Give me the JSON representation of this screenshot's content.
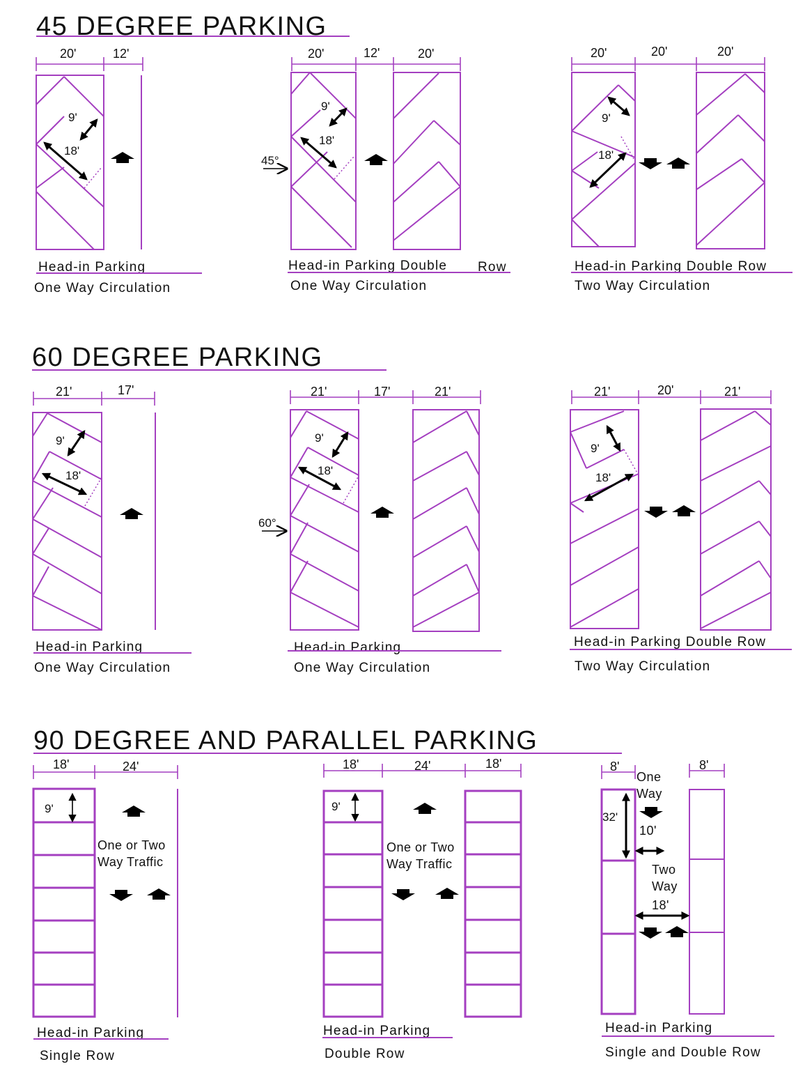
{
  "sections": {
    "s45": {
      "title": "45 DEGREE PARKING",
      "panels": [
        {
          "dims": [
            "20'",
            "12'"
          ],
          "stall_w": "9'",
          "stall_l": "18'",
          "caption1": "Head-in Parking",
          "caption2": "One Way Circulation"
        },
        {
          "dims": [
            "20'",
            "12'",
            "20'"
          ],
          "stall_w": "9'",
          "stall_l": "18'",
          "angle": "45°",
          "caption1": "Head-in Parking Double",
          "caption1b": "Row",
          "caption2": "One Way Circulation"
        },
        {
          "dims": [
            "20'",
            "20'",
            "20'"
          ],
          "stall_w": "9'",
          "stall_l": "18'",
          "caption1": "Head-in Parking  Double Row",
          "caption2": "Two Way Circulation"
        }
      ]
    },
    "s60": {
      "title": "60 DEGREE PARKING",
      "panels": [
        {
          "dims": [
            "21'",
            "17'"
          ],
          "stall_w": "9'",
          "stall_l": "18'",
          "caption1": "Head-in Parking",
          "caption2": "One Way Circulation"
        },
        {
          "dims": [
            "21'",
            "17'",
            "21'"
          ],
          "stall_w": "9'",
          "stall_l": "18'",
          "angle": "60°",
          "caption1": "Head-in Parking",
          "caption2": "One Way Circulation"
        },
        {
          "dims": [
            "21'",
            "20'",
            "21'"
          ],
          "stall_w": "9'",
          "stall_l": "18'",
          "caption1": "Head-in Parking   Double Row",
          "caption2": "Two Way Circulation"
        }
      ]
    },
    "s90": {
      "title": "90 DEGREE AND   PARALLEL PARKING",
      "panels": [
        {
          "dims": [
            "18'",
            "24'"
          ],
          "stall_w": "9'",
          "traffic1": "One or Two",
          "traffic2": "Way Traffic",
          "caption1": "Head-in Parking",
          "caption2": "Single Row"
        },
        {
          "dims": [
            "18'",
            "24'",
            "18'"
          ],
          "stall_w": "9'",
          "traffic1": "One or Two",
          "traffic2": "Way Traffic",
          "caption1": "Head-in Parking",
          "caption2": "Double Row"
        },
        {
          "dims": [
            "8'",
            "8'"
          ],
          "one1": "One",
          "one2": "Way",
          "len": "32'",
          "w10": "10'",
          "two1": "Two",
          "two2": "Way",
          "w18": "18'",
          "caption1": "Head-in Parking",
          "caption2": "Single and Double Row"
        }
      ]
    }
  },
  "colors": {
    "lines": "#a43fc0",
    "arrows": "#000000"
  }
}
